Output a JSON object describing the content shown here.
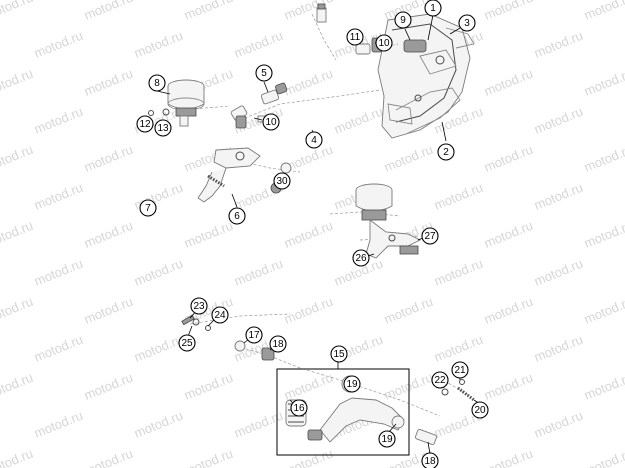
{
  "watermark": {
    "text": "motod.ru"
  },
  "callouts": [
    {
      "label": "1"
    },
    {
      "label": "2"
    },
    {
      "label": "3"
    },
    {
      "label": "4"
    },
    {
      "label": "5"
    },
    {
      "label": "6"
    },
    {
      "label": "7"
    },
    {
      "label": "8"
    },
    {
      "label": "9"
    },
    {
      "label": "10"
    },
    {
      "label": "10"
    },
    {
      "label": "11"
    },
    {
      "label": "12"
    },
    {
      "label": "13"
    },
    {
      "label": "15"
    },
    {
      "label": "16"
    },
    {
      "label": "17"
    },
    {
      "label": "18"
    },
    {
      "label": "18"
    },
    {
      "label": "19"
    },
    {
      "label": "19"
    },
    {
      "label": "20"
    },
    {
      "label": "21"
    },
    {
      "label": "22"
    },
    {
      "label": "23"
    },
    {
      "label": "24"
    },
    {
      "label": "25"
    },
    {
      "label": "26"
    },
    {
      "label": "27"
    },
    {
      "label": "30"
    }
  ]
}
